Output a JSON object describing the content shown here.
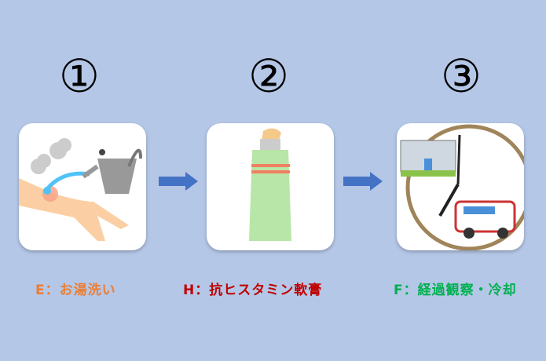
{
  "steps": [
    {
      "number": "①",
      "label": "E：お湯洗い",
      "color": "#ed7d31",
      "icon": "hot-water-kettle-arm-icon"
    },
    {
      "number": "②",
      "label": "H：抗ヒスタミン軟膏",
      "color": "#c00000",
      "icon": "ointment-tube-icon"
    },
    {
      "number": "③",
      "label": "F：経過観察・冷却",
      "color": "#00b050",
      "icon": "clock-hospital-ambulance-icon"
    }
  ],
  "colors": {
    "background": "#b4c7e7",
    "arrow": "#4472c4"
  }
}
